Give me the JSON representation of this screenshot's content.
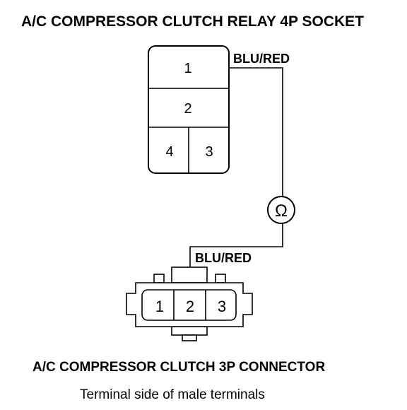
{
  "relay": {
    "title": "A/C COMPRESSOR CLUTCH RELAY 4P SOCKET",
    "terminals": [
      "1",
      "2",
      "4",
      "3"
    ]
  },
  "connector": {
    "title": "A/C COMPRESSOR CLUTCH 3P CONNECTOR",
    "subtitle": "Terminal side of male terminals",
    "terminals": [
      "1",
      "2",
      "3"
    ]
  },
  "wires": {
    "relay_wire": "BLU/RED",
    "connector_wire": "BLU/RED"
  },
  "meter": {
    "symbol": "Ω"
  }
}
